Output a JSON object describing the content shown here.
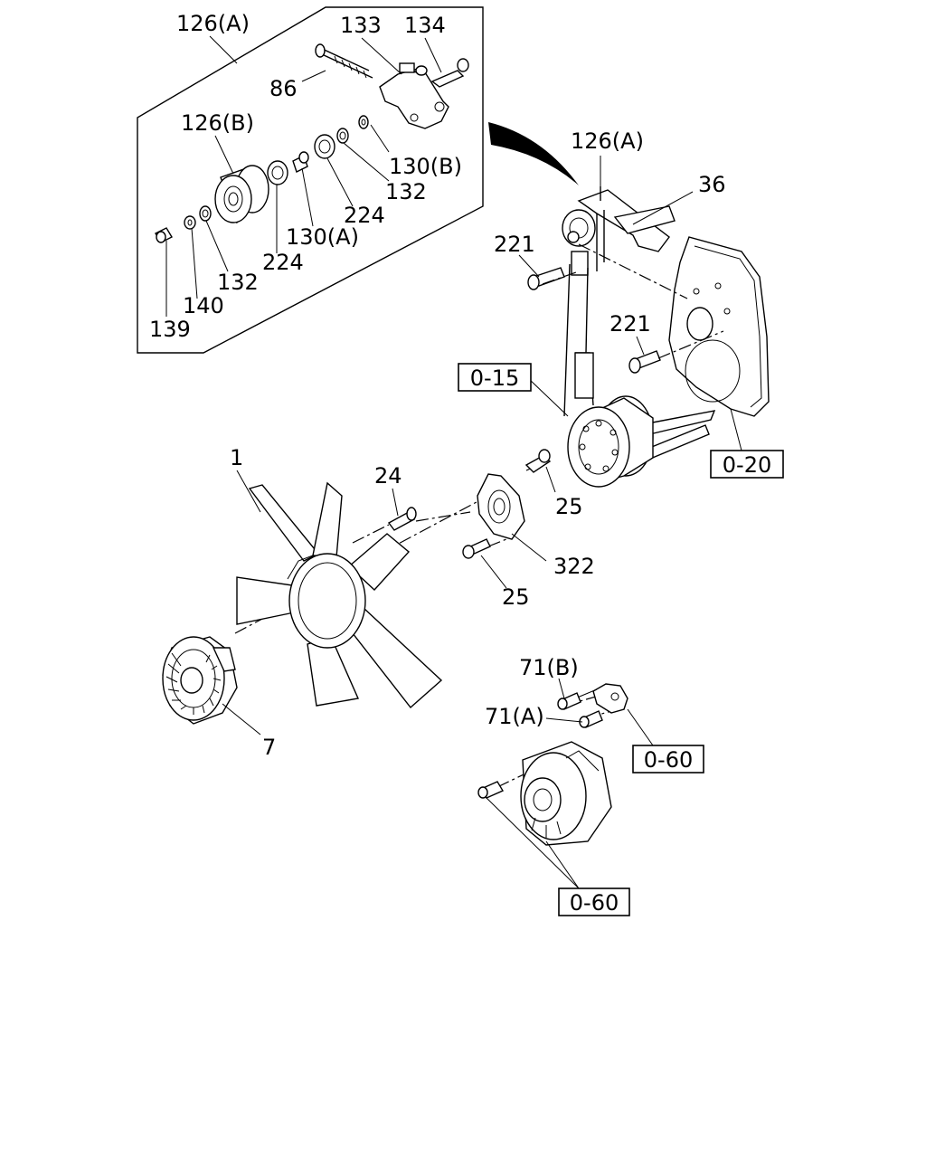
{
  "labels": {
    "l126a_top": "126(A)",
    "l133": "133",
    "l134": "134",
    "l86": "86",
    "l126b": "126(B)",
    "l130b": "130(B)",
    "l132_a": "132",
    "l224_a": "224",
    "l130a": "130(A)",
    "l224_b": "224",
    "l132_b": "132",
    "l140": "140",
    "l139": "139",
    "l126a_right": "126(A)",
    "l36": "36",
    "l221_a": "221",
    "l221_b": "221",
    "l1": "1",
    "l24": "24",
    "l25_a": "25",
    "l322": "322",
    "l25_b": "25",
    "l7": "7",
    "l71b": "71(B)",
    "l71a": "71(A)"
  },
  "refs": {
    "r015": "0-15",
    "r020": "0-20",
    "r060_a": "0-60",
    "r060_b": "0-60"
  }
}
